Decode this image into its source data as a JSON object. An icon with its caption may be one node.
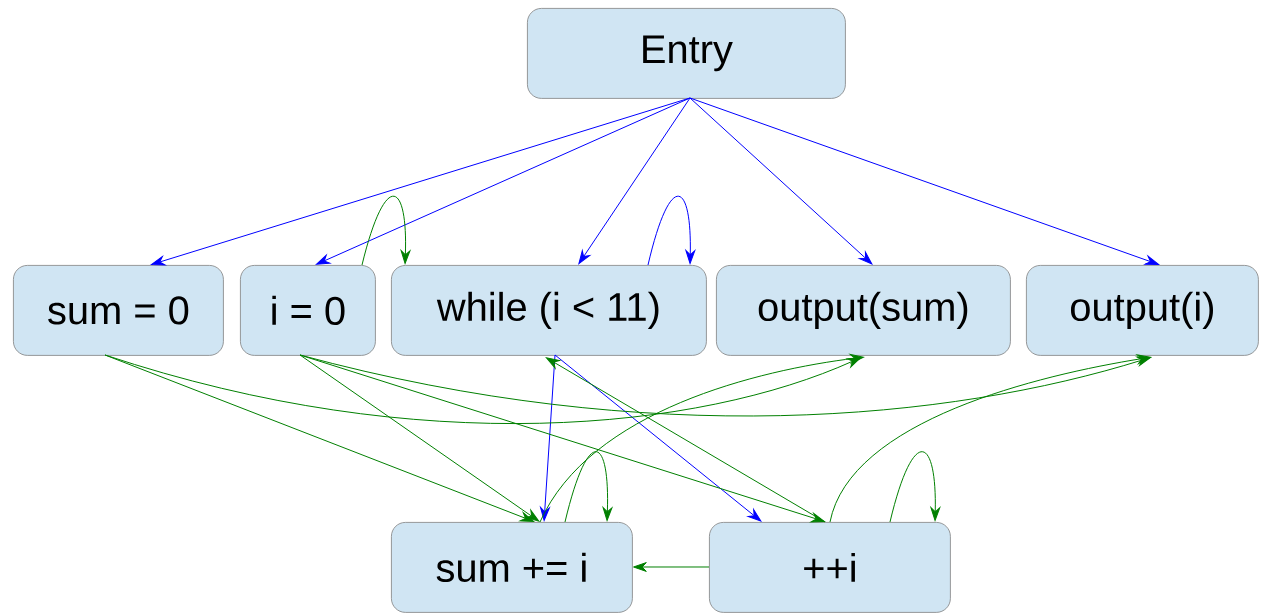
{
  "diagram": {
    "nodes": [
      {
        "text": [
          "Entry"
        ]
      },
      {
        "text": [
          "sum = 0"
        ]
      },
      {
        "text": [
          "i = 0"
        ]
      },
      {
        "text": [
          "while (i < 11)"
        ]
      },
      {
        "text": [
          "output(sum)"
        ]
      },
      {
        "text": [
          "output(i)"
        ]
      },
      {
        "text": [
          "sum += i"
        ]
      },
      {
        "text": [
          "++i"
        ]
      }
    ],
    "edges": [
      {
        "from": 0,
        "to": 1,
        "arrow": "to",
        "color": "#0000ff"
      },
      {
        "from": 0,
        "to": 2,
        "arrow": "to",
        "color": "#0000ff"
      },
      {
        "from": 0,
        "to": 3,
        "arrow": "to",
        "color": "#0000ff"
      },
      {
        "from": 0,
        "to": 4,
        "arrow": "to",
        "color": "#0000ff"
      },
      {
        "from": 0,
        "to": 5,
        "arrow": "to",
        "color": "#0000ff"
      },
      {
        "from": 3,
        "to": 3,
        "arrow": "to",
        "color": "#0000ff"
      },
      {
        "from": 2,
        "to": 3,
        "arrow": "to"
      },
      {
        "from": 3,
        "to": 6,
        "arrow": "to",
        "color": "#0000ff"
      },
      {
        "from": 3,
        "to": 7,
        "arrow": "to",
        "color": "#0000ff"
      },
      {
        "from": 1,
        "to": 6,
        "arrow": "to"
      },
      {
        "from": 1,
        "to": 4,
        "arrow": "to"
      },
      {
        "from": 2,
        "to": 6,
        "arrow": "to"
      },
      {
        "from": 2,
        "to": 7,
        "arrow": "to"
      },
      {
        "from": 2,
        "to": 5,
        "arrow": "to"
      },
      {
        "from": 7,
        "to": 3,
        "arrow": "to"
      },
      {
        "from": 6,
        "to": 4,
        "arrow": "to"
      },
      {
        "from": 6,
        "to": 6,
        "arrow": "to"
      },
      {
        "from": 7,
        "to": 5,
        "arrow": "to"
      },
      {
        "from": 7,
        "to": 7,
        "arrow": "to"
      },
      {
        "from": 7,
        "to": 6,
        "arrow": "to"
      }
    ]
  }
}
